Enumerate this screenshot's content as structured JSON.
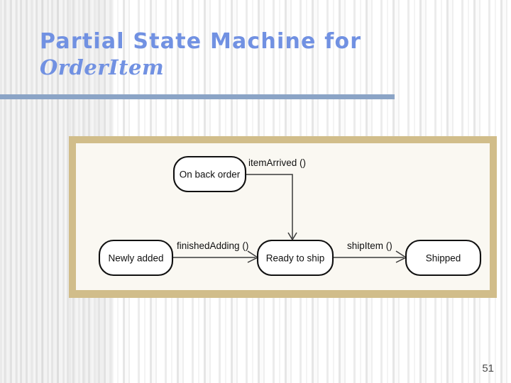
{
  "slide": {
    "title_line1": "Partial State Machine for",
    "title_line2": "OrderItem",
    "page_number": "51",
    "accent_color": "#7191e2",
    "rule_color": "#8ba4c6",
    "frame_color": "#d1bd8a",
    "canvas_color": "#faf8f2"
  },
  "diagram": {
    "type": "state-machine",
    "states": [
      {
        "id": "on-back-order",
        "label": "On back order"
      },
      {
        "id": "newly-added",
        "label": "Newly added"
      },
      {
        "id": "ready-to-ship",
        "label": "Ready to ship"
      },
      {
        "id": "shipped",
        "label": "Shipped"
      }
    ],
    "transitions": [
      {
        "id": "item-arrived",
        "label": "itemArrived ()",
        "from": "on-back-order",
        "to": "ready-to-ship"
      },
      {
        "id": "finished-adding",
        "label": "finishedAdding ()",
        "from": "newly-added",
        "to": "ready-to-ship"
      },
      {
        "id": "ship-item",
        "label": "shipItem ()",
        "from": "ready-to-ship",
        "to": "shipped"
      }
    ]
  }
}
